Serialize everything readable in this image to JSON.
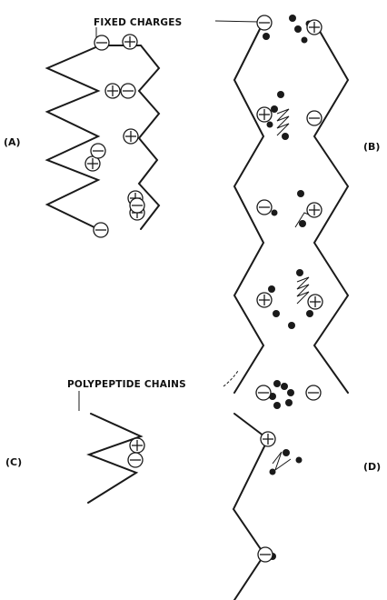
{
  "labels": {
    "fixed_charges": "FIXED CHARGES",
    "polypeptide_chains": "POLYPEPTIDE CHAINS",
    "panel_a": "(A)",
    "panel_b": "(B)",
    "panel_c": "(C)",
    "panel_d": "(D)"
  }
}
